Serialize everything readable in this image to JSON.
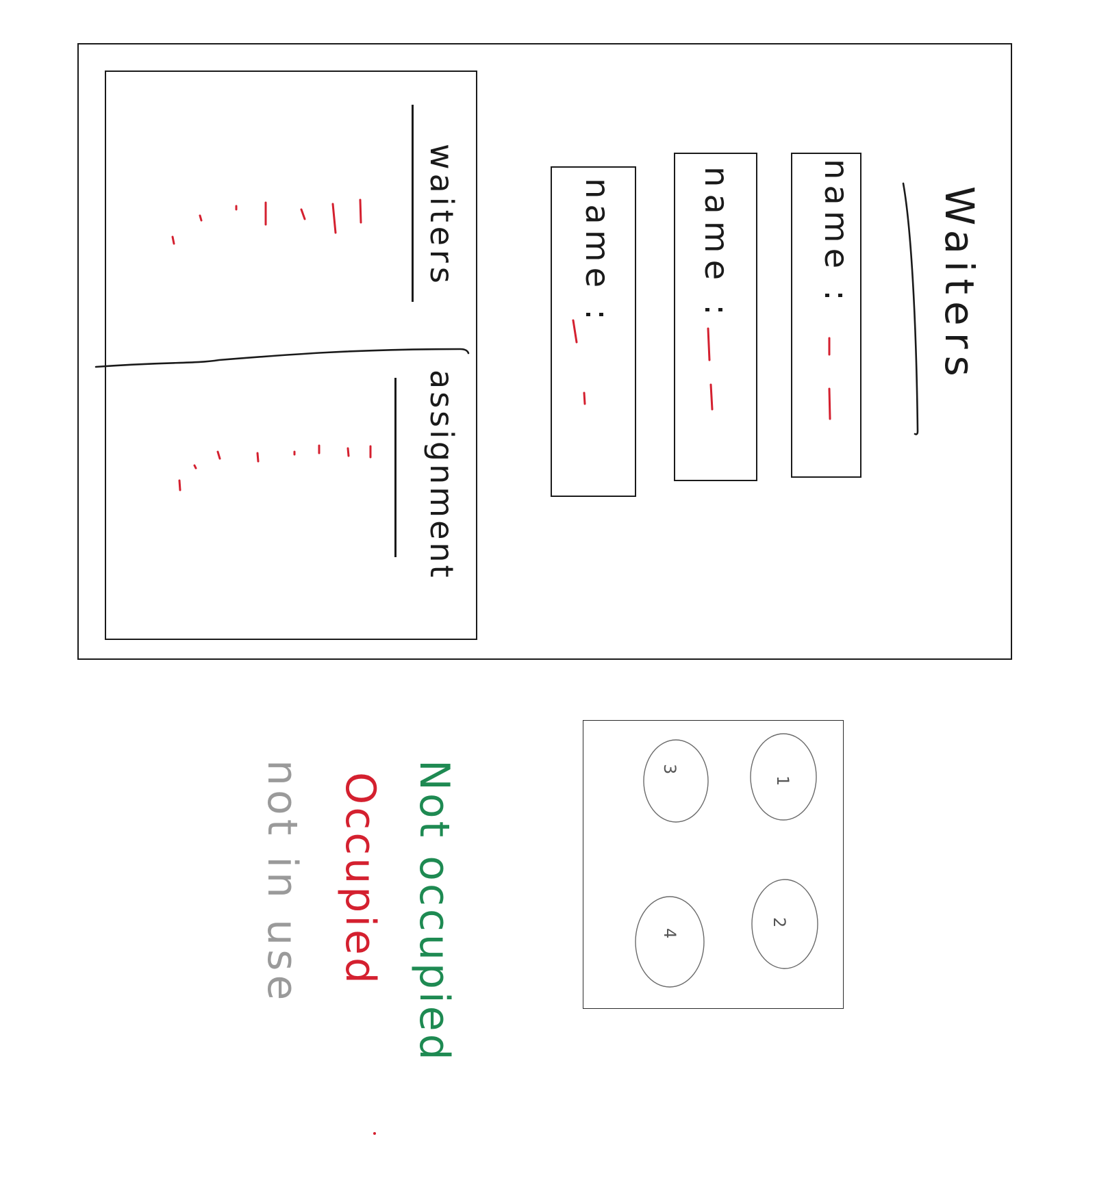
{
  "left_panel": {
    "waiters_heading": "waiters",
    "assignment_heading": "assignment"
  },
  "waiters_section": {
    "heading": "Waiters",
    "cards": [
      {
        "label": "name :"
      },
      {
        "label": "name :"
      },
      {
        "label": "name :"
      }
    ]
  },
  "table_map": {
    "tables": [
      "1",
      "2",
      "3",
      "4"
    ]
  },
  "legend": {
    "items": [
      {
        "label": "Not occupied",
        "color": "#1e8a52"
      },
      {
        "label": "Occupied",
        "color": "#d4202f"
      },
      {
        "label": "not in use",
        "color": "#9a9a9a"
      }
    ]
  }
}
